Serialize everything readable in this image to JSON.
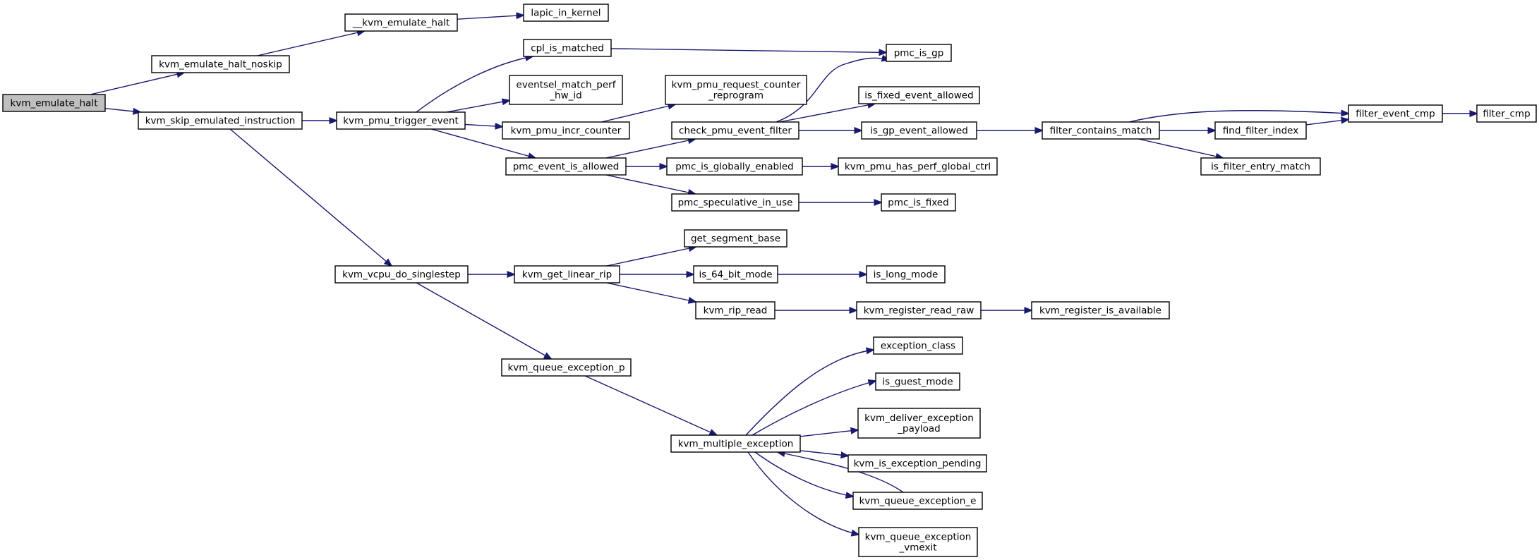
{
  "diagram": {
    "type": "call-graph",
    "colors": {
      "edge": "#191970",
      "root_fill": "#bfbfbf",
      "node_fill": "#ffffff",
      "border": "#000000"
    },
    "nodes": [
      {
        "id": "kvm_emulate_halt",
        "label": [
          "kvm_emulate_halt"
        ],
        "root": true
      },
      {
        "id": "kvm_emulate_halt_noskip",
        "label": [
          "kvm_emulate_halt_noskip"
        ]
      },
      {
        "id": "__kvm_emulate_halt",
        "label": [
          "__kvm_emulate_halt"
        ]
      },
      {
        "id": "lapic_in_kernel",
        "label": [
          "lapic_in_kernel"
        ]
      },
      {
        "id": "kvm_skip_emulated_instruction",
        "label": [
          "kvm_skip_emulated_instruction"
        ]
      },
      {
        "id": "kvm_pmu_trigger_event",
        "label": [
          "kvm_pmu_trigger_event"
        ]
      },
      {
        "id": "cpl_is_matched",
        "label": [
          "cpl_is_matched"
        ]
      },
      {
        "id": "eventsel_match_perf_hw_id",
        "label": [
          "eventsel_match_perf",
          "_hw_id"
        ]
      },
      {
        "id": "kvm_pmu_incr_counter",
        "label": [
          "kvm_pmu_incr_counter"
        ]
      },
      {
        "id": "kvm_pmu_request_counter_reprogram",
        "label": [
          "kvm_pmu_request_counter",
          "_reprogram"
        ]
      },
      {
        "id": "pmc_event_is_allowed",
        "label": [
          "pmc_event_is_allowed"
        ]
      },
      {
        "id": "check_pmu_event_filter",
        "label": [
          "check_pmu_event_filter"
        ]
      },
      {
        "id": "pmc_is_gp",
        "label": [
          "pmc_is_gp"
        ]
      },
      {
        "id": "is_fixed_event_allowed",
        "label": [
          "is_fixed_event_allowed"
        ]
      },
      {
        "id": "is_gp_event_allowed",
        "label": [
          "is_gp_event_allowed"
        ]
      },
      {
        "id": "filter_contains_match",
        "label": [
          "filter_contains_match"
        ]
      },
      {
        "id": "filter_event_cmp",
        "label": [
          "filter_event_cmp"
        ]
      },
      {
        "id": "filter_cmp",
        "label": [
          "filter_cmp"
        ]
      },
      {
        "id": "find_filter_index",
        "label": [
          "find_filter_index"
        ]
      },
      {
        "id": "is_filter_entry_match",
        "label": [
          "is_filter_entry_match"
        ]
      },
      {
        "id": "pmc_is_globally_enabled",
        "label": [
          "pmc_is_globally_enabled"
        ]
      },
      {
        "id": "kvm_pmu_has_perf_global_ctrl",
        "label": [
          "kvm_pmu_has_perf_global_ctrl"
        ]
      },
      {
        "id": "pmc_speculative_in_use",
        "label": [
          "pmc_speculative_in_use"
        ]
      },
      {
        "id": "pmc_is_fixed",
        "label": [
          "pmc_is_fixed"
        ]
      },
      {
        "id": "kvm_vcpu_do_singlestep",
        "label": [
          "kvm_vcpu_do_singlestep"
        ]
      },
      {
        "id": "kvm_get_linear_rip",
        "label": [
          "kvm_get_linear_rip"
        ]
      },
      {
        "id": "get_segment_base",
        "label": [
          "get_segment_base"
        ]
      },
      {
        "id": "is_64_bit_mode",
        "label": [
          "is_64_bit_mode"
        ]
      },
      {
        "id": "is_long_mode",
        "label": [
          "is_long_mode"
        ]
      },
      {
        "id": "kvm_rip_read",
        "label": [
          "kvm_rip_read"
        ]
      },
      {
        "id": "kvm_register_read_raw",
        "label": [
          "kvm_register_read_raw"
        ]
      },
      {
        "id": "kvm_register_is_available",
        "label": [
          "kvm_register_is_available"
        ]
      },
      {
        "id": "kvm_queue_exception_p",
        "label": [
          "kvm_queue_exception_p"
        ]
      },
      {
        "id": "kvm_multiple_exception",
        "label": [
          "kvm_multiple_exception"
        ]
      },
      {
        "id": "exception_class",
        "label": [
          "exception_class"
        ]
      },
      {
        "id": "is_guest_mode",
        "label": [
          "is_guest_mode"
        ]
      },
      {
        "id": "kvm_deliver_exception_payload",
        "label": [
          "kvm_deliver_exception",
          "_payload"
        ]
      },
      {
        "id": "kvm_is_exception_pending",
        "label": [
          "kvm_is_exception_pending"
        ]
      },
      {
        "id": "kvm_queue_exception_e",
        "label": [
          "kvm_queue_exception_e"
        ]
      },
      {
        "id": "kvm_queue_exception_vmexit",
        "label": [
          "kvm_queue_exception",
          "_vmexit"
        ]
      }
    ],
    "edges": [
      [
        "kvm_emulate_halt",
        "kvm_emulate_halt_noskip"
      ],
      [
        "kvm_emulate_halt",
        "kvm_skip_emulated_instruction"
      ],
      [
        "kvm_emulate_halt_noskip",
        "__kvm_emulate_halt"
      ],
      [
        "__kvm_emulate_halt",
        "lapic_in_kernel"
      ],
      [
        "kvm_skip_emulated_instruction",
        "kvm_pmu_trigger_event"
      ],
      [
        "kvm_skip_emulated_instruction",
        "kvm_vcpu_do_singlestep"
      ],
      [
        "kvm_pmu_trigger_event",
        "cpl_is_matched"
      ],
      [
        "kvm_pmu_trigger_event",
        "eventsel_match_perf_hw_id"
      ],
      [
        "kvm_pmu_trigger_event",
        "kvm_pmu_incr_counter"
      ],
      [
        "kvm_pmu_trigger_event",
        "pmc_event_is_allowed"
      ],
      [
        "cpl_is_matched",
        "pmc_is_gp"
      ],
      [
        "kvm_pmu_incr_counter",
        "kvm_pmu_request_counter_reprogram"
      ],
      [
        "pmc_event_is_allowed",
        "check_pmu_event_filter"
      ],
      [
        "pmc_event_is_allowed",
        "pmc_is_globally_enabled"
      ],
      [
        "pmc_event_is_allowed",
        "pmc_speculative_in_use"
      ],
      [
        "check_pmu_event_filter",
        "pmc_is_gp"
      ],
      [
        "check_pmu_event_filter",
        "is_fixed_event_allowed"
      ],
      [
        "check_pmu_event_filter",
        "is_gp_event_allowed"
      ],
      [
        "is_gp_event_allowed",
        "filter_contains_match"
      ],
      [
        "filter_contains_match",
        "filter_event_cmp"
      ],
      [
        "filter_contains_match",
        "find_filter_index"
      ],
      [
        "filter_contains_match",
        "is_filter_entry_match"
      ],
      [
        "find_filter_index",
        "filter_event_cmp"
      ],
      [
        "filter_event_cmp",
        "filter_cmp"
      ],
      [
        "pmc_is_globally_enabled",
        "kvm_pmu_has_perf_global_ctrl"
      ],
      [
        "pmc_speculative_in_use",
        "pmc_is_fixed"
      ],
      [
        "kvm_vcpu_do_singlestep",
        "kvm_get_linear_rip"
      ],
      [
        "kvm_vcpu_do_singlestep",
        "kvm_queue_exception_p"
      ],
      [
        "kvm_get_linear_rip",
        "get_segment_base"
      ],
      [
        "kvm_get_linear_rip",
        "is_64_bit_mode"
      ],
      [
        "kvm_get_linear_rip",
        "kvm_rip_read"
      ],
      [
        "is_64_bit_mode",
        "is_long_mode"
      ],
      [
        "kvm_rip_read",
        "kvm_register_read_raw"
      ],
      [
        "kvm_register_read_raw",
        "kvm_register_is_available"
      ],
      [
        "kvm_queue_exception_p",
        "kvm_multiple_exception"
      ],
      [
        "kvm_multiple_exception",
        "exception_class"
      ],
      [
        "kvm_multiple_exception",
        "is_guest_mode"
      ],
      [
        "kvm_multiple_exception",
        "kvm_deliver_exception_payload"
      ],
      [
        "kvm_multiple_exception",
        "kvm_is_exception_pending"
      ],
      [
        "kvm_multiple_exception",
        "kvm_queue_exception_e"
      ],
      [
        "kvm_multiple_exception",
        "kvm_queue_exception_vmexit"
      ],
      [
        "kvm_queue_exception_e",
        "kvm_multiple_exception"
      ]
    ]
  }
}
